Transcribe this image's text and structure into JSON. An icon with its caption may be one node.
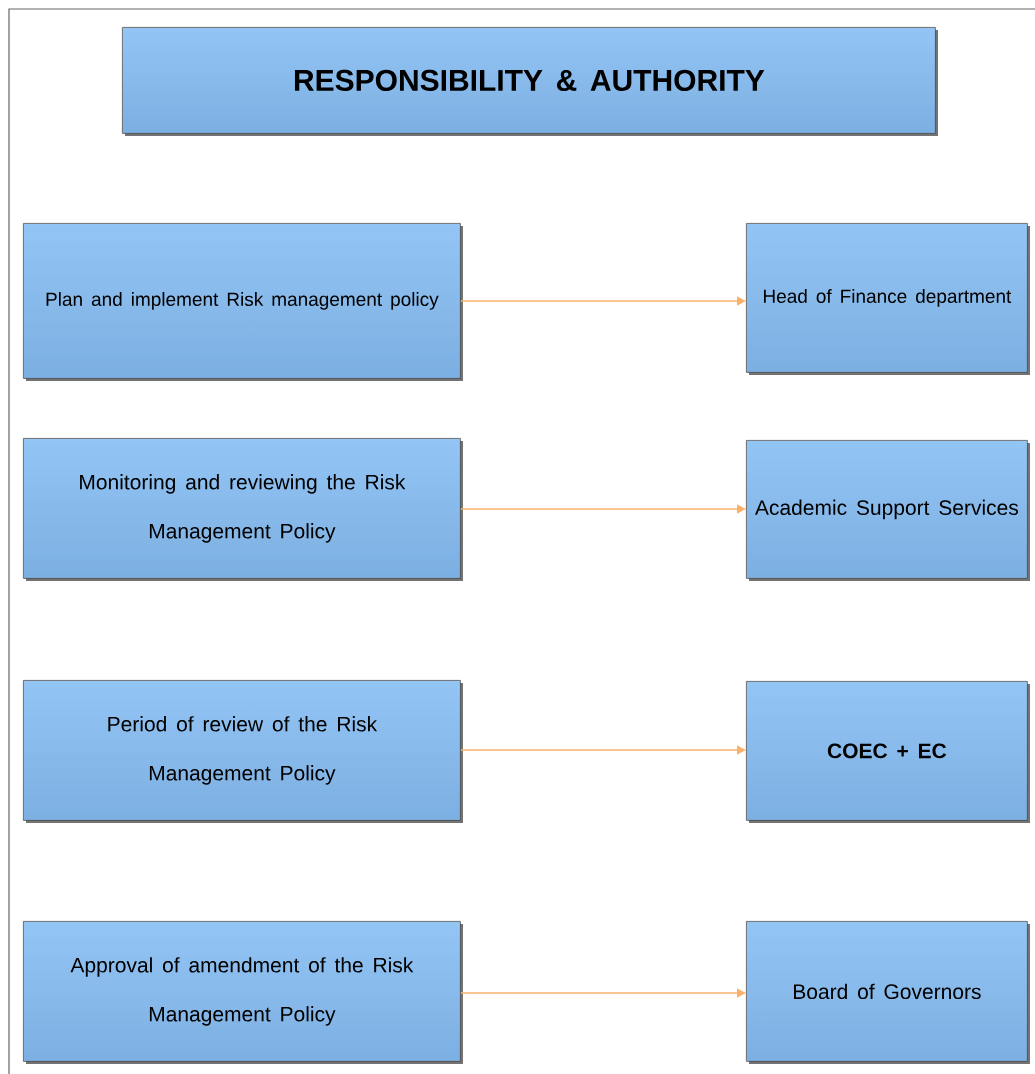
{
  "diagram": {
    "nodes": [
      {
        "text": [
          "RESPONSIBILITY & AUTHORITY"
        ]
      },
      {
        "text": [
          "Plan and implement Risk management policy"
        ]
      },
      {
        "text": [
          "Head of Finance department"
        ]
      },
      {
        "text": [
          "Monitoring and reviewing the Risk Management Policy"
        ]
      },
      {
        "text": [
          "Academic Support Services"
        ]
      },
      {
        "text": [
          "Period of review of the Risk Management Policy"
        ]
      },
      {
        "text": [
          "COEC + EC"
        ]
      },
      {
        "text": [
          "Approval of amendment of the Risk Management Policy"
        ]
      },
      {
        "text": [
          "Board of Governors"
        ]
      }
    ],
    "edges": [
      {
        "from": 1,
        "to": 2,
        "arrow": "to"
      },
      {
        "from": 3,
        "to": 4,
        "arrow": "to"
      },
      {
        "from": 5,
        "to": 6,
        "arrow": "to"
      },
      {
        "from": 7,
        "to": 8,
        "arrow": "to"
      }
    ]
  }
}
